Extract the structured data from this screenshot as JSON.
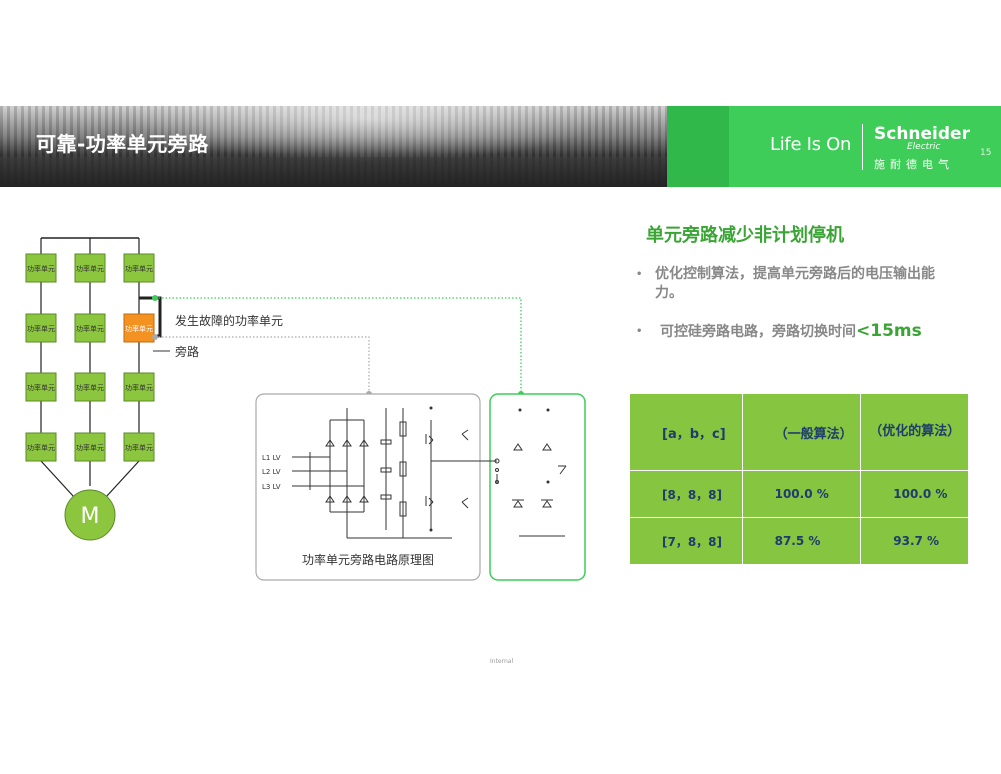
{
  "header": {
    "title": "可靠-功率单元旁路",
    "tagline": "Life Is On",
    "brand_name": "Schneider",
    "brand_sub": "Electric",
    "brand_cn": "施耐德电气",
    "page_number": "15"
  },
  "diagram": {
    "cell_label": "功率单元",
    "faulty_cell_label": "功率单元",
    "motor_label": "M",
    "fault_callout": "发生故障的功率单元",
    "bypass_callout": "旁路",
    "circuit_caption": "功率单元旁路电路原理图",
    "inputs": [
      "L1 LV",
      "L2 LV",
      "L3 LV"
    ],
    "colors": {
      "cell": "#8cc63f",
      "faulty": "#f39121",
      "accent": "#3dcd58"
    }
  },
  "right": {
    "title": "单元旁路减少非计划停机",
    "bullet1": "优化控制算法，提高单元旁路后的电压输出能力。",
    "bullet2_text": "可控硅旁路电路，旁路切换时间",
    "bullet2_value": "<15ms"
  },
  "table": {
    "headers": [
      "[a，b，c]",
      "（一般算法）",
      "（优化的算法）"
    ],
    "rows": [
      [
        "[8，8，8]",
        "100.0 %",
        "100.0 %"
      ],
      [
        "[7，8，8]",
        "87.5 %",
        "93.7 %"
      ]
    ]
  },
  "footer": {
    "classification": "Internal"
  }
}
